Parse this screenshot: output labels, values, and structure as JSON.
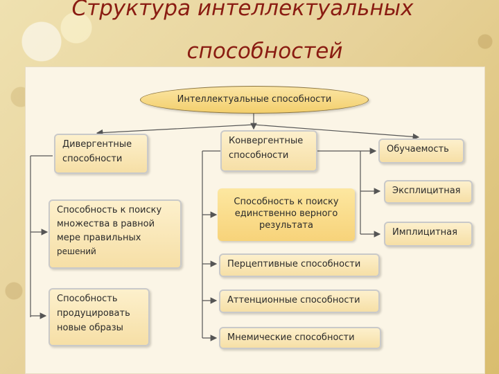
{
  "title": {
    "line1": "Структура интеллектуальных",
    "line2": "способностей"
  },
  "root": "Интеллектуальные способности",
  "nodes": {
    "divergent": [
      "Дивергентные",
      "способности"
    ],
    "convergent": [
      "Конвергентные",
      "способности"
    ],
    "learnability": "Обучаемость",
    "explicit": "Эксплицитная",
    "implicit": "Имплицитная",
    "div_search": [
      "Способность к поиску",
      "множества в равной",
      "мере правильных",
      "решений"
    ],
    "div_produce": [
      "Способность",
      "продуцировать",
      "новые образы"
    ],
    "conv_search": [
      "Способность к поиску",
      "единственно верного",
      "результата"
    ],
    "perceptive": "Перцептивные способности",
    "attention": "Аттенционные способности",
    "mnemonic": "Мнемические способности"
  },
  "colors": {
    "title": "#8a1c12",
    "box_fill": "#f6dfa6",
    "highlight_fill": "#f7d37a",
    "connector": "#555555"
  }
}
